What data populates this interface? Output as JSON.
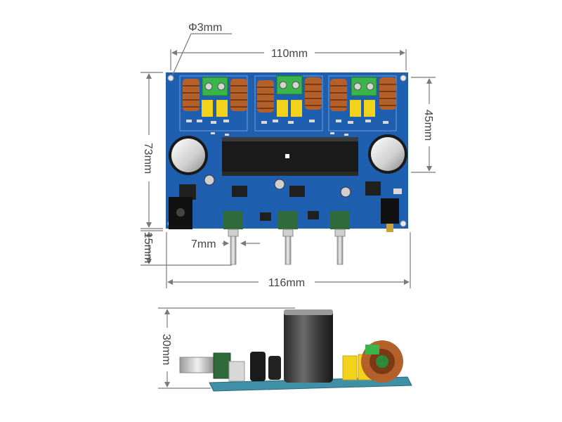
{
  "dimensions": {
    "hole_diameter": "Φ3mm",
    "board_width": "110mm",
    "total_width": "116mm",
    "board_height": "73mm",
    "section_height": "45mm",
    "knob_length": "15mm",
    "knob_spacing": "7mm",
    "side_height": "30mm"
  },
  "colors": {
    "pcb": "#1f5fb0",
    "heatsink": "#1a1a1a",
    "coil": "#b4602a",
    "terminal": "#39b54a",
    "capacitor_film": "#f2d21b",
    "dimension": "#7a7a7a"
  }
}
